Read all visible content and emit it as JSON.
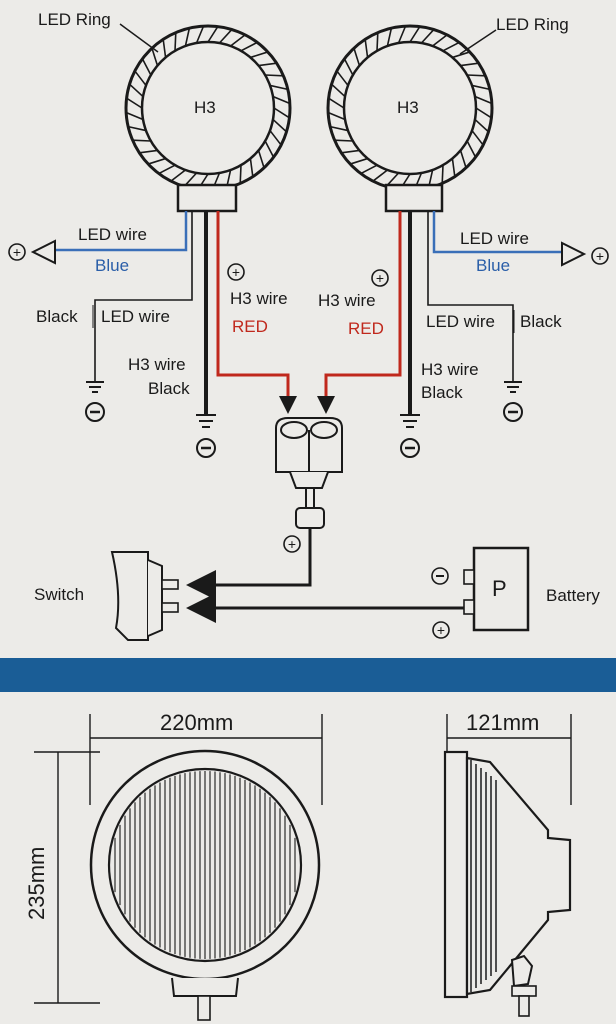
{
  "colors": {
    "background": "#ecebe8",
    "band": "#1a5d96",
    "red_wire": "#c0281c",
    "blue_wire": "#3a6fb8",
    "black_wire": "#1a1a1a"
  },
  "lamps": [
    {
      "ring_label": "LED Ring",
      "bulb_label": "H3",
      "led_wire_label": "LED wire",
      "led_wire_color": "Blue",
      "black_led_left": "Black",
      "black_led_right": "LED wire",
      "h3_black_line1": "H3 wire",
      "h3_black_line2": "Black",
      "h3_red_line1": "H3 wire",
      "h3_red_line2": "RED"
    },
    {
      "ring_label": "LED Ring",
      "bulb_label": "H3",
      "led_wire_label": "LED wire",
      "led_wire_color": "Blue",
      "black_led_left": "LED wire",
      "black_led_right": "Black",
      "h3_black_line1": "H3 wire",
      "h3_black_line2": "Black",
      "h3_red_line1": "H3 wire",
      "h3_red_line2": "RED"
    }
  ],
  "symbols": {
    "plus": "+",
    "minus": "−"
  },
  "switch_label": "Switch",
  "battery_label": "Battery",
  "battery_symbol": "P",
  "dimensions": {
    "width": "220mm",
    "height": "235mm",
    "depth": "121mm"
  }
}
